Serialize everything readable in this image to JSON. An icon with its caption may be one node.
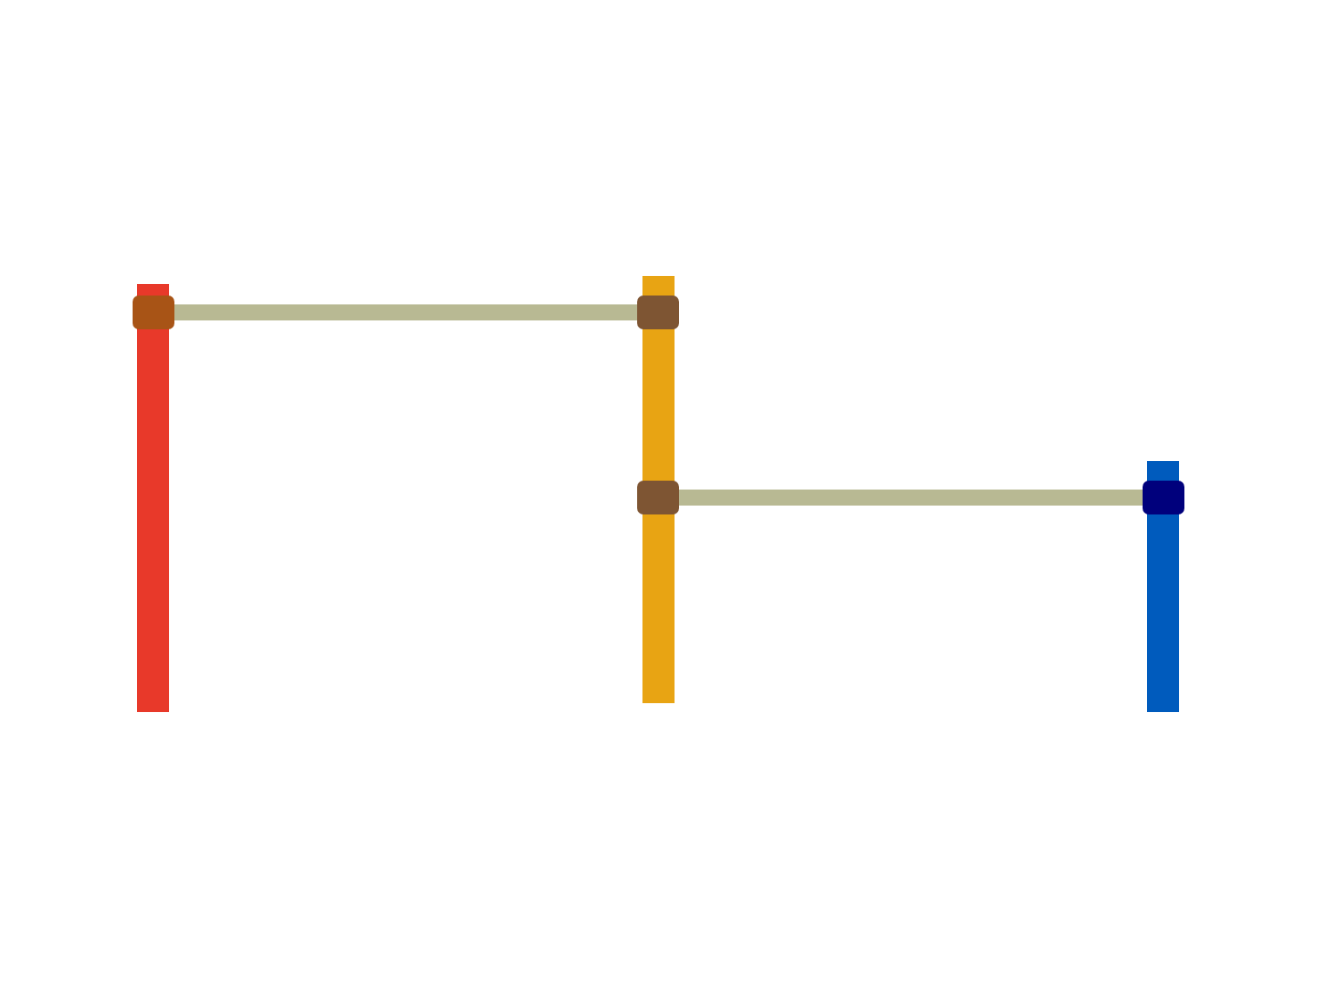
{
  "diagram": {
    "nodes": [
      {
        "text": [],
        "shape": "bar"
      },
      {
        "text": [],
        "shape": "bar"
      },
      {
        "text": [],
        "shape": "bar"
      },
      {
        "text": [],
        "shape": "box"
      },
      {
        "text": [],
        "shape": "box"
      },
      {
        "text": [],
        "shape": "box"
      },
      {
        "text": [],
        "shape": "box"
      }
    ],
    "edges": [
      {
        "from": 3,
        "to": 4,
        "arrow": "none"
      },
      {
        "from": 5,
        "to": 6,
        "arrow": "none"
      }
    ]
  }
}
